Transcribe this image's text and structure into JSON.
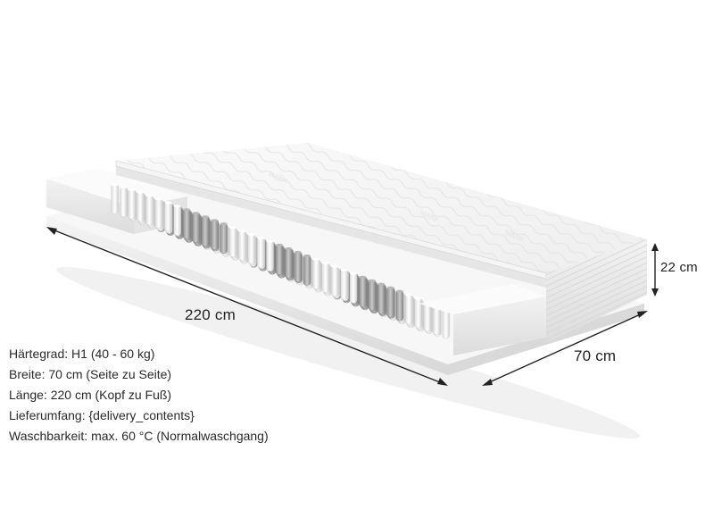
{
  "dimensions": {
    "length": "220 cm",
    "width": "70 cm",
    "height": "22 cm"
  },
  "specs": [
    {
      "label": "Härtegrad:",
      "value": "H1 (40 - 60 kg)"
    },
    {
      "label": "Breite:",
      "value": "70 cm  (Seite zu Seite)"
    },
    {
      "label": "Länge:",
      "value": "220 cm (Kopf zu Fuß)"
    },
    {
      "label": "Lieferumfang:",
      "value": "{delivery_contents}"
    },
    {
      "label": "Waschbarkeit:",
      "value": "max. 60 °C (Normalwaschgang)"
    }
  ]
}
